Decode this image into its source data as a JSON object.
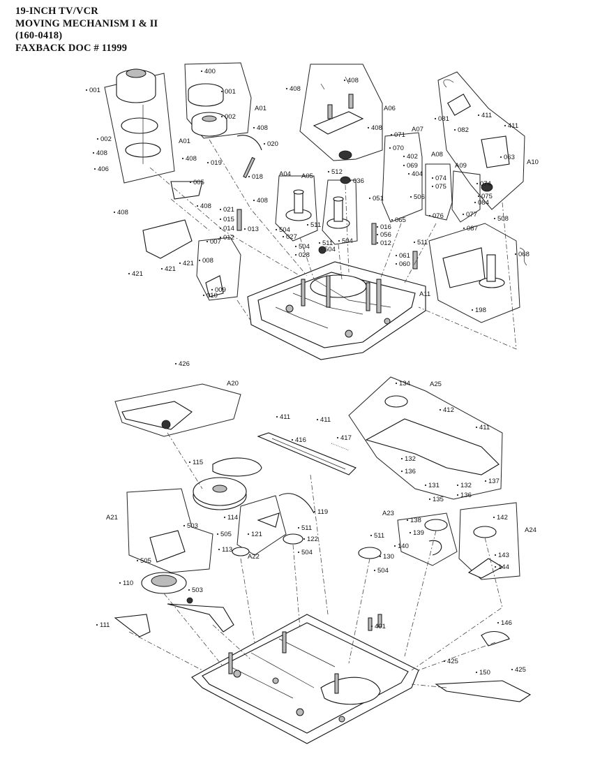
{
  "header": {
    "line1": "19-INCH TV/VCR",
    "line2": "MOVING MECHANISM I & II",
    "line3": "(160-0418)",
    "line4": "FAXBACK DOC # 11999"
  },
  "groups": [
    "A01",
    "A04",
    "A05",
    "A06",
    "A07",
    "A08",
    "A09",
    "A10",
    "A11",
    "A20",
    "A21",
    "A22",
    "A23",
    "A24",
    "A25"
  ],
  "callouts": [
    "001",
    "002",
    "400",
    "408",
    "406",
    "020",
    "019",
    "018",
    "005",
    "021",
    "015",
    "014",
    "013",
    "012",
    "027",
    "028",
    "007",
    "008",
    "009",
    "010",
    "421",
    "504",
    "505",
    "511",
    "512",
    "036",
    "016",
    "056",
    "060",
    "061",
    "051",
    "071",
    "070",
    "069",
    "402",
    "404",
    "506",
    "065",
    "074",
    "075",
    "076",
    "077",
    "081",
    "082",
    "411",
    "063",
    "084",
    "087",
    "508",
    "068",
    "198",
    "426",
    "412",
    "416",
    "417",
    "115",
    "114",
    "119",
    "503",
    "121",
    "122",
    "113",
    "110",
    "111",
    "134",
    "132",
    "136",
    "131",
    "137",
    "135",
    "138",
    "139",
    "140",
    "130",
    "142",
    "143",
    "144",
    "146",
    "150",
    "401",
    "425"
  ]
}
